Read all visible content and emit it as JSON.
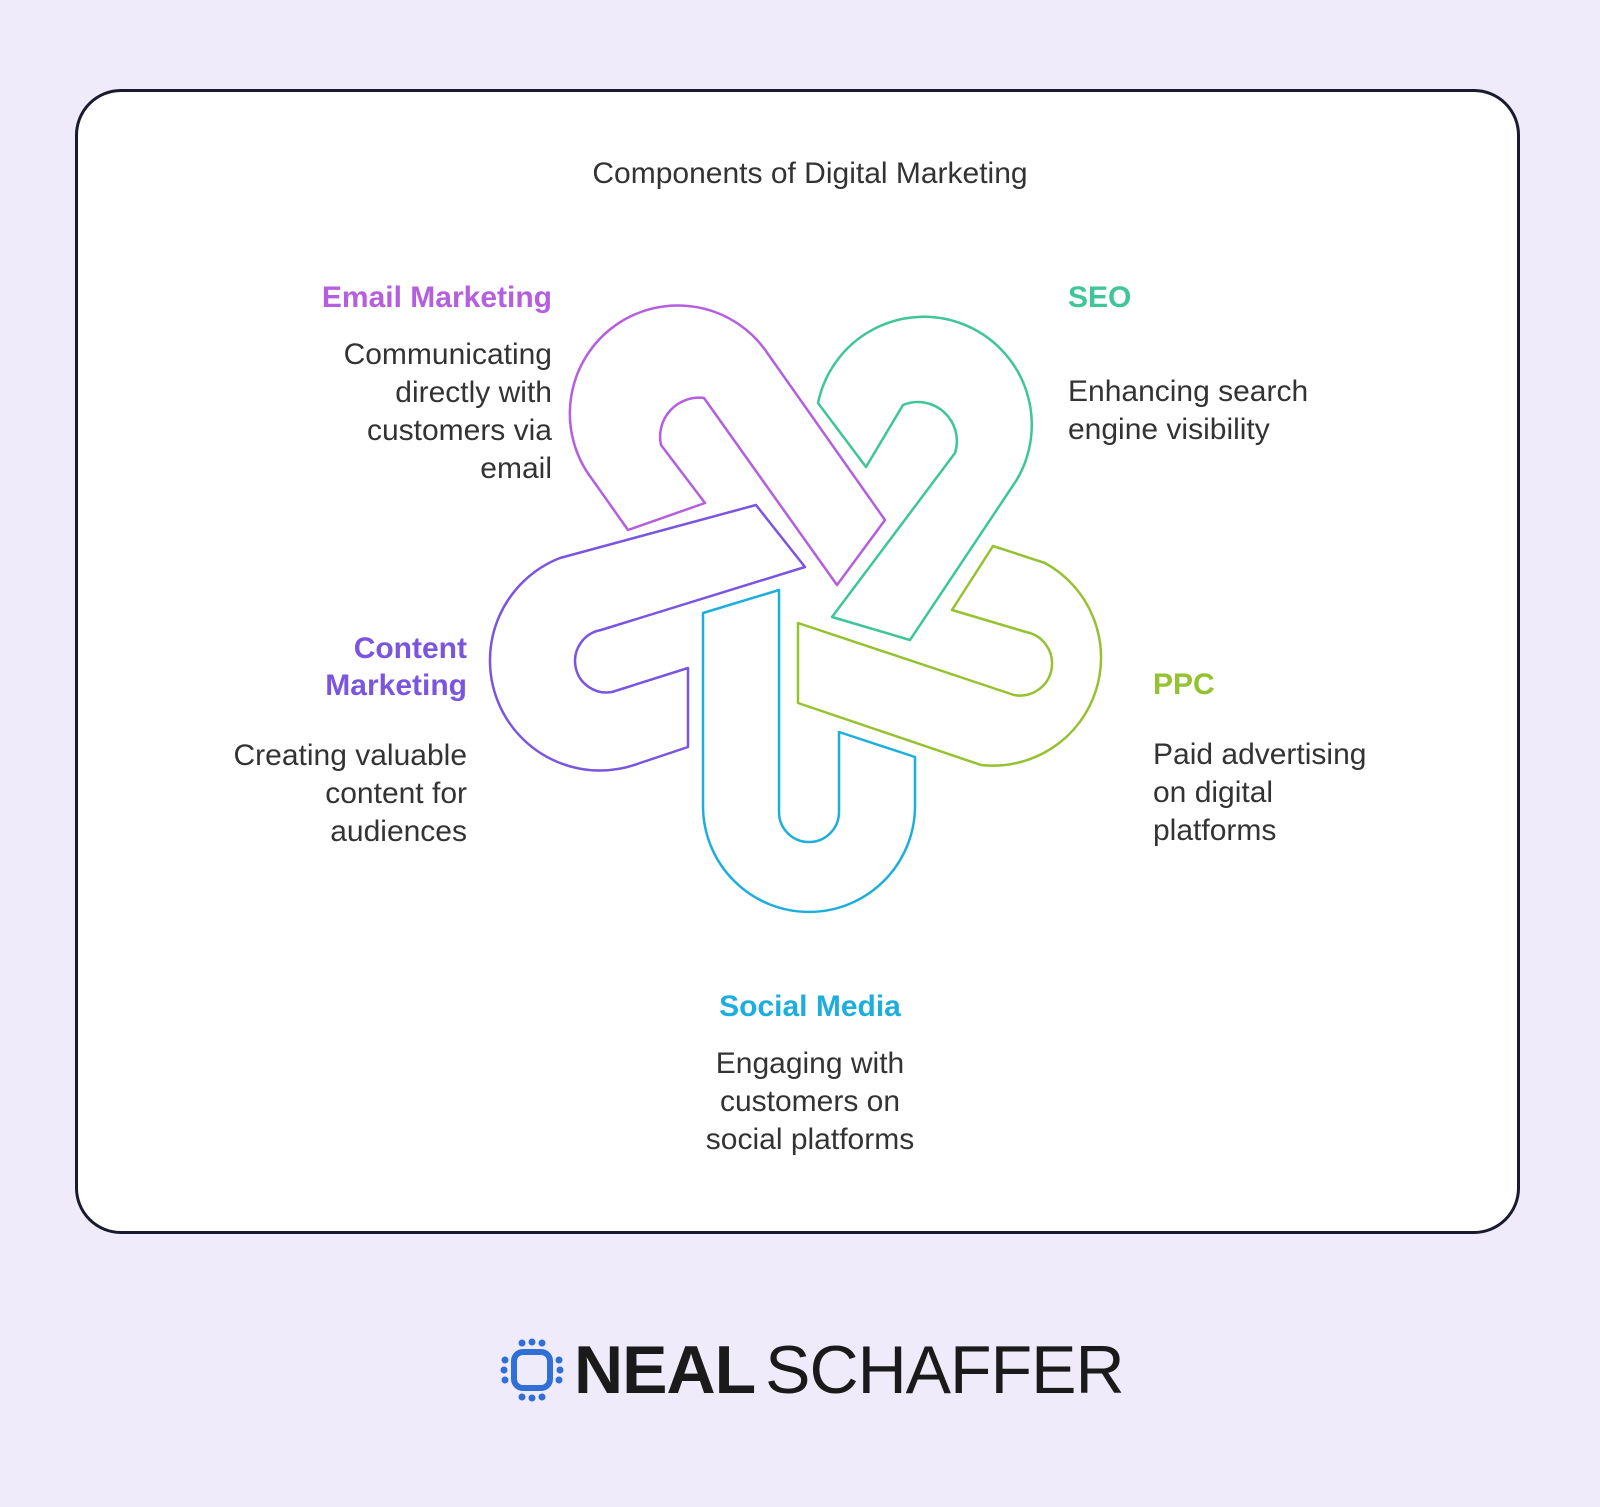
{
  "title": "Components of Digital Marketing",
  "components": {
    "email": {
      "name": "Email Marketing",
      "lines": [
        "Communicating",
        "directly with",
        "customers via",
        "email"
      ],
      "color": "#b55ee0"
    },
    "seo": {
      "name": "SEO",
      "lines": [
        "Enhancing search",
        "engine visibility"
      ],
      "color": "#3ec59a"
    },
    "content": {
      "name_lines": [
        "Content",
        "Marketing"
      ],
      "lines": [
        "Creating valuable",
        "content for",
        "audiences"
      ],
      "color": "#7a55e0"
    },
    "ppc": {
      "name": "PPC",
      "lines": [
        "Paid advertising",
        "on digital",
        "platforms"
      ],
      "color": "#95c230"
    },
    "social": {
      "name": "Social Media",
      "lines": [
        "Engaging with",
        "customers on",
        "social platforms"
      ],
      "color": "#1eaede"
    }
  },
  "logo": {
    "first": "NEAL",
    "last": "SCHAFFER",
    "mark_color": "#2f6fd6"
  }
}
